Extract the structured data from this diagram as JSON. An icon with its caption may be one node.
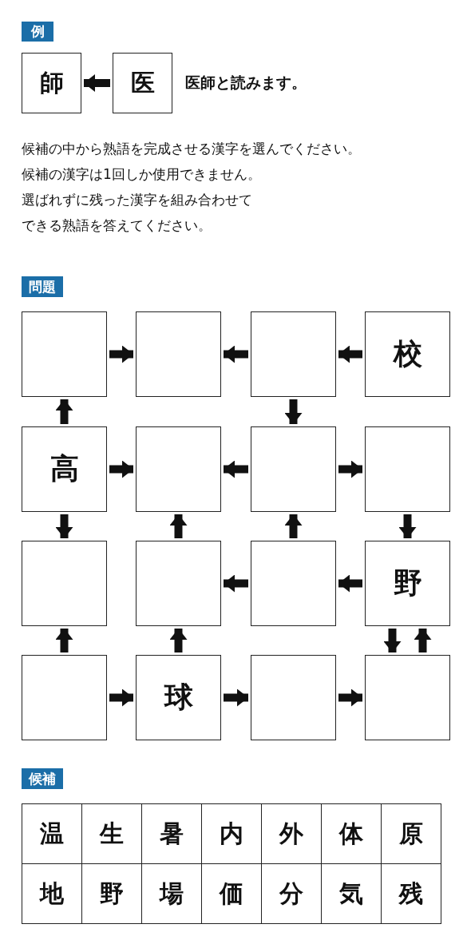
{
  "diagram": {
    "nodes": [
      {
        "text": [
          "例"
        ]
      },
      {
        "text": [
          "師"
        ]
      },
      {
        "text": [
          "医"
        ],
        "beside": [
          "医師と読みます。"
        ]
      },
      {
        "text": [
          "問題"
        ]
      },
      {
        "text": [],
        "shape": "box"
      },
      {
        "text": [],
        "shape": "box"
      },
      {
        "text": [],
        "shape": "box"
      },
      {
        "text": [
          "校"
        ]
      },
      {
        "text": [
          "高"
        ]
      },
      {
        "text": [],
        "shape": "box"
      },
      {
        "text": [],
        "shape": "box"
      },
      {
        "text": [],
        "shape": "box"
      },
      {
        "text": [],
        "shape": "box"
      },
      {
        "text": [],
        "shape": "box"
      },
      {
        "text": [],
        "shape": "box"
      },
      {
        "text": [
          "野"
        ]
      },
      {
        "text": [],
        "shape": "box"
      },
      {
        "text": [
          "球"
        ]
      },
      {
        "text": [],
        "shape": "box"
      },
      {
        "text": [],
        "shape": "box"
      },
      {
        "text": [
          "候補"
        ]
      }
    ],
    "edges": [
      {
        "from": 2,
        "to": 1,
        "arrow": "to"
      },
      {
        "from": 4,
        "to": 5,
        "arrow": "to"
      },
      {
        "from": 6,
        "to": 5,
        "arrow": "to"
      },
      {
        "from": 7,
        "to": 6,
        "arrow": "to"
      },
      {
        "from": 8,
        "to": 4,
        "arrow": "to"
      },
      {
        "from": 6,
        "to": 10,
        "arrow": "to"
      },
      {
        "from": 8,
        "to": 9,
        "arrow": "to"
      },
      {
        "from": 10,
        "to": 9,
        "arrow": "to"
      },
      {
        "from": 10,
        "to": 11,
        "arrow": "to"
      },
      {
        "from": 8,
        "to": 12,
        "arrow": "to"
      },
      {
        "from": 13,
        "to": 9,
        "arrow": "to"
      },
      {
        "from": 14,
        "to": 10,
        "arrow": "to"
      },
      {
        "from": 11,
        "to": 15,
        "arrow": "to"
      },
      {
        "from": 14,
        "to": 13,
        "arrow": "to"
      },
      {
        "from": 15,
        "to": 14,
        "arrow": "to"
      },
      {
        "from": 16,
        "to": 12,
        "arrow": "to"
      },
      {
        "from": 17,
        "to": 13,
        "arrow": "to"
      },
      {
        "from": 15,
        "to": 19,
        "arrow": "to"
      },
      {
        "from": 19,
        "to": 15,
        "arrow": "to"
      },
      {
        "from": 16,
        "to": 17,
        "arrow": "to"
      },
      {
        "from": 17,
        "to": 18,
        "arrow": "to"
      },
      {
        "from": 18,
        "to": 19,
        "arrow": "to"
      }
    ],
    "labels": [
      "候補の中から熟語を完成させる漢字を選んでください。",
      "候補の漢字は1回しか使用できません。",
      "選ばれずに残った漢字を組み合わせてできる熟語を答えてください。",
      "温",
      "生",
      "暑",
      "内",
      "外",
      "体",
      "原",
      "地",
      "野",
      "場",
      "価",
      "分",
      "気",
      "残"
    ]
  }
}
